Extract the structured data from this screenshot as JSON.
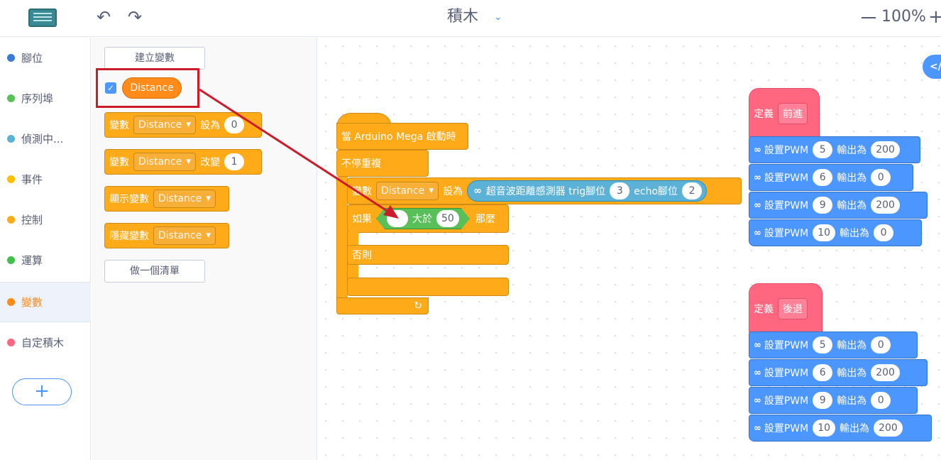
{
  "topbar": {
    "undo_icon": "↶",
    "redo_icon": "↷",
    "title": "積木",
    "title_caret": "⌄",
    "zoom": "100%",
    "zoom_plus": "+"
  },
  "categories": [
    {
      "label": "腳位",
      "color": "#3a7bd5"
    },
    {
      "label": "序列埠",
      "color": "#59c059"
    },
    {
      "label": "偵測中...",
      "color": "#5cb1d6"
    },
    {
      "label": "事件",
      "color": "#ffbf00"
    },
    {
      "label": "控制",
      "color": "#ffab19"
    },
    {
      "label": "運算",
      "color": "#40bf4a"
    },
    {
      "label": "變數",
      "color": "#ff8c1a"
    },
    {
      "label": "自定積木",
      "color": "#ff6680"
    }
  ],
  "add_extension_label": "+",
  "flyout": {
    "create_variable": "建立變數",
    "variable_checkbox": "✓",
    "variable_name": "Distance",
    "set_block": {
      "label": "變數",
      "var": "Distance",
      "action": "設為",
      "value": "0"
    },
    "change_block": {
      "label": "變數",
      "var": "Distance",
      "action": "改變",
      "value": "1"
    },
    "show_block": {
      "label": "顯示變數",
      "var": "Distance"
    },
    "hide_block": {
      "label": "隱藏變數",
      "var": "Distance"
    },
    "make_list": "做一個清單"
  },
  "canvas": {
    "code_toggle": "</",
    "main_script": {
      "hat": "當 Arduino Mega 啟動時",
      "forever": "不停重複",
      "set_label": "變數",
      "set_var": "Distance",
      "set_action": "設為",
      "sensor_icon": "∞",
      "sensor_text": "超音波距離感測器 trig腳位",
      "trig_pin": "3",
      "echo_text": "echo腳位",
      "echo_pin": "2",
      "if_label": "如果",
      "compare_op": "大於",
      "compare_value": "50",
      "then_label": "那麼",
      "else_label": "否則",
      "loop_arrow": "↻"
    },
    "forward": {
      "define_label": "定義",
      "name": "前進",
      "rows": [
        {
          "icon": "∞",
          "label": "設置PWM",
          "pin": "5",
          "out_label": "輸出為",
          "value": "200"
        },
        {
          "icon": "∞",
          "label": "設置PWM",
          "pin": "6",
          "out_label": "輸出為",
          "value": "0"
        },
        {
          "icon": "∞",
          "label": "設置PWM",
          "pin": "9",
          "out_label": "輸出為",
          "value": "200"
        },
        {
          "icon": "∞",
          "label": "設置PWM",
          "pin": "10",
          "out_label": "輸出為",
          "value": "0"
        }
      ]
    },
    "backward": {
      "define_label": "定義",
      "name": "後退",
      "rows": [
        {
          "icon": "∞",
          "label": "設置PWM",
          "pin": "5",
          "out_label": "輸出為",
          "value": "0"
        },
        {
          "icon": "∞",
          "label": "設置PWM",
          "pin": "6",
          "out_label": "輸出為",
          "value": "200"
        },
        {
          "icon": "∞",
          "label": "設置PWM",
          "pin": "9",
          "out_label": "輸出為",
          "value": "0"
        },
        {
          "icon": "∞",
          "label": "設置PWM",
          "pin": "10",
          "out_label": "輸出為",
          "value": "200"
        }
      ]
    }
  },
  "colors": {
    "accent": "#4c97ff",
    "variables": "#ff8c1a",
    "control": "#ffab19",
    "annotation": "#cc1c2c"
  }
}
